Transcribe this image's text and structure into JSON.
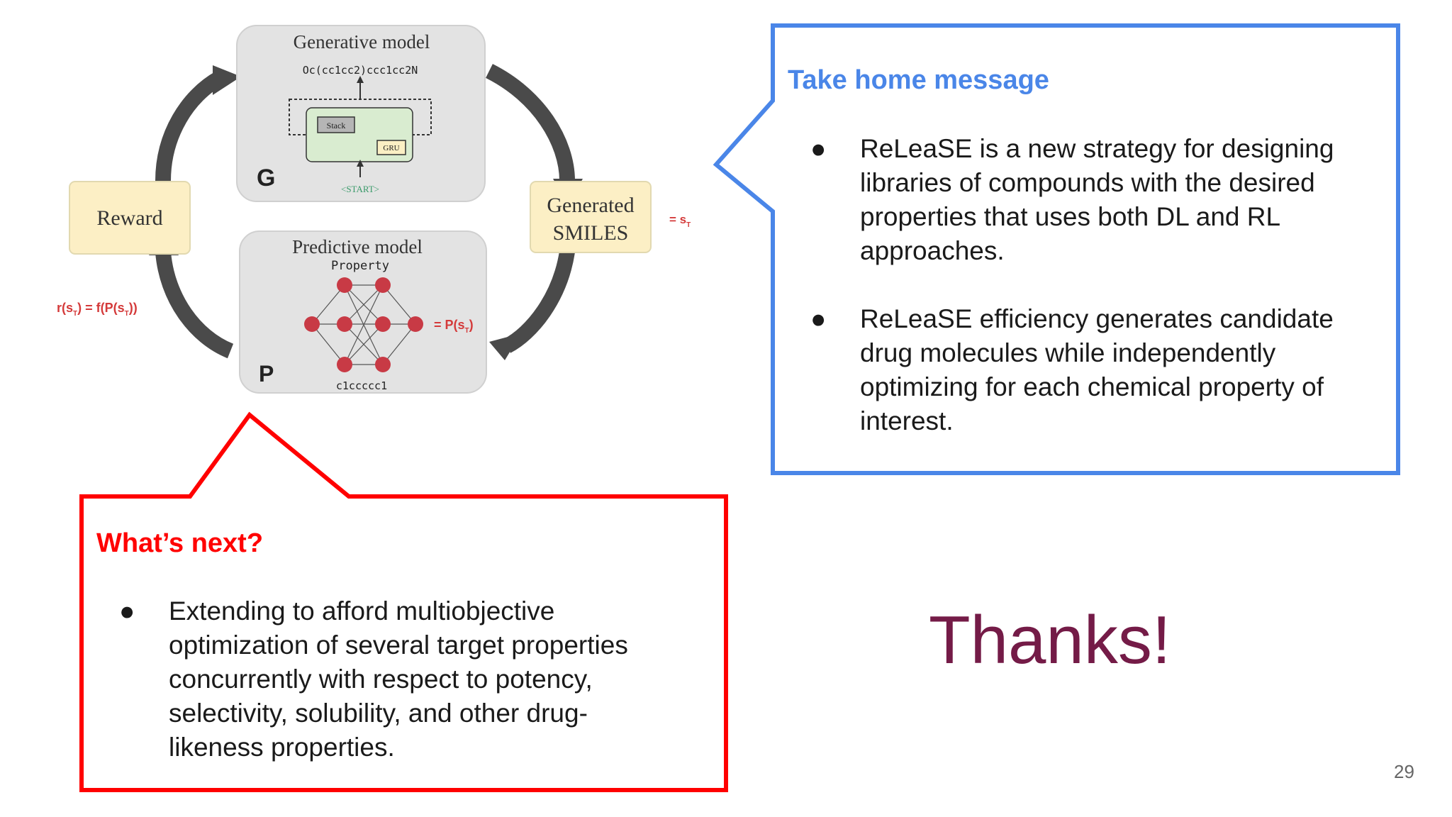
{
  "diagram": {
    "generative_title": "Generative model",
    "generative_smiles": "Oc(cc1cc2)ccc1cc2N",
    "stack_label": "Stack",
    "gru_label": "GRU",
    "start_label": "<START>",
    "g_label": "G",
    "predictive_title": "Predictive model",
    "property_label": "Property",
    "predictive_smiles": "c1ccccc1",
    "p_label": "P",
    "reward_label": "Reward",
    "generated_label_line1": "Generated",
    "generated_label_line2": "SMILES",
    "st_eq": "= s",
    "st_sub": "T",
    "reward_eq_a": "r(s",
    "reward_eq_b": ") = f(P(s",
    "reward_eq_c": "))",
    "reward_eq_sub": "T",
    "prediction_eq_a": "= P(s",
    "prediction_eq_b": ")",
    "prediction_eq_sub": "T"
  },
  "take_home": {
    "title": "Take home message",
    "bullets": [
      "ReLeaSE is a new strategy for designing libraries of compounds with the desired properties that uses both DL and RL approaches.",
      "ReLeaSE efficiency generates candidate drug molecules while independently optimizing for each chemical property of interest."
    ]
  },
  "whats_next": {
    "title": "What’s next?",
    "bullets": [
      "Extending to afford multiobjective optimization of several target properties concurrently with respect to potency, selectivity, solubility, and other drug-likeness properties."
    ]
  },
  "bullet_glyph": "●",
  "thanks": "Thanks!",
  "page_number": "29",
  "colors": {
    "take_home_accent": "#4a86e8",
    "whats_next_accent": "#ff0000",
    "thanks": "#741b47",
    "equation_red": "#d43a3a",
    "module_bg": "#e3e3e3",
    "label_box_bg": "#fcefc5",
    "arrow": "#4a4a4a"
  }
}
